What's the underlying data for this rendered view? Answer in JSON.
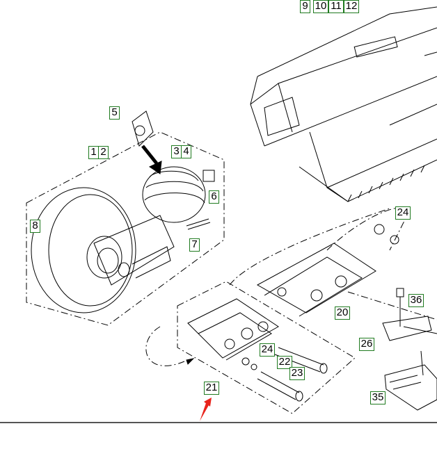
{
  "callouts": {
    "c9": "9",
    "c10": "10",
    "c11": "11",
    "c12": "12",
    "c5": "5",
    "c1": "1",
    "c2": "2",
    "c3": "3",
    "c4": "4",
    "c6": "6",
    "c7": "7",
    "c8": "8",
    "c24a": "24",
    "c36": "36",
    "c20": "20",
    "c26": "26",
    "c24b": "24",
    "c22": "22",
    "c23": "23",
    "c21": "21",
    "c35": "35"
  },
  "colors": {
    "callout_border": "#1f7a1f",
    "arrow": "#e8241c",
    "line": "#000000"
  }
}
